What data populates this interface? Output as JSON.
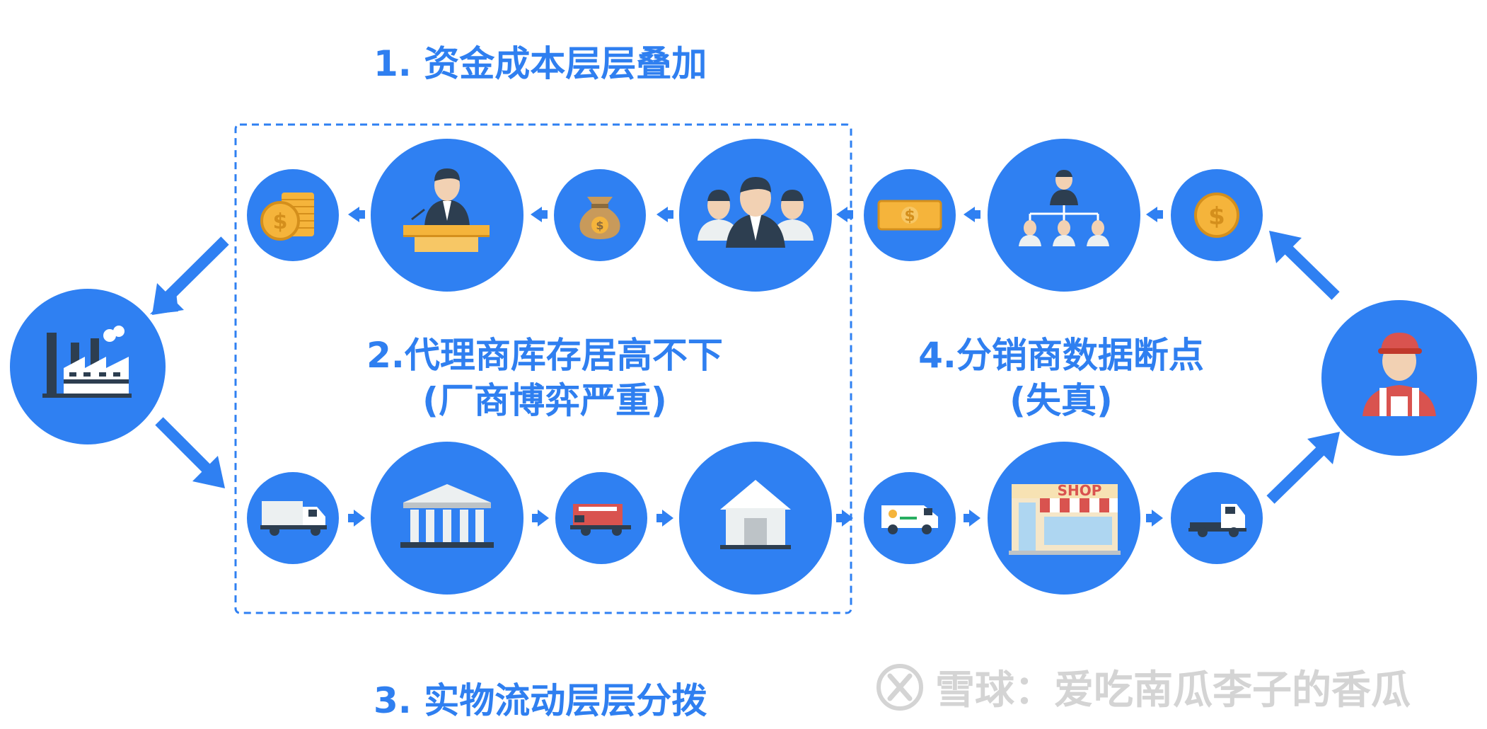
{
  "headings": {
    "flow_cost": "1. 资金成本层层叠加",
    "flow_goods": "3. 实物流动层层分拨"
  },
  "labels": {
    "agent_line1": "2.代理商库存居高不下",
    "agent_line2": "(厂商博弈严重)",
    "distributor_line1": "4.分销商数据断点",
    "distributor_line2": "(失真)"
  },
  "watermark": "雪球：爱吃南瓜李子的香瓜",
  "colors": {
    "accent": "#2f7ff0",
    "circle": "#2f80f2",
    "gold": "#f5b43b"
  },
  "icons": {
    "factory": "factory-icon",
    "consumer": "consumer-icon",
    "coin_stack": "coin-stack-icon",
    "speaker": "speaker-podium-icon",
    "money_bag": "money-bag-icon",
    "business_group": "business-group-icon",
    "banknote": "banknote-icon",
    "org_chart": "org-chart-icon",
    "coin": "coin-icon",
    "truck": "truck-icon",
    "bank": "bank-icon",
    "delivery_truck": "delivery-truck-icon",
    "warehouse": "warehouse-icon",
    "van": "van-icon",
    "shop": "shop-icon",
    "pickup": "pickup-truck-icon"
  },
  "shop_sign": "SHOP"
}
